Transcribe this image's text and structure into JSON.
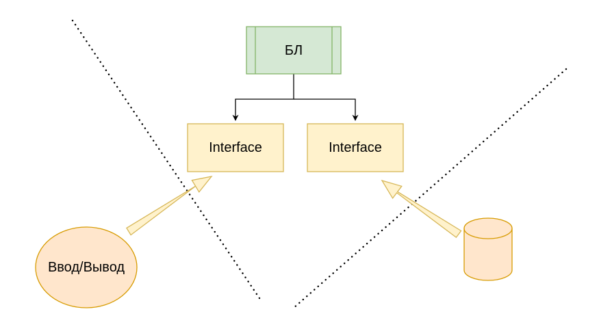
{
  "nodes": {
    "core": {
      "label": "БЛ"
    },
    "interface_left": {
      "label": "Interface"
    },
    "interface_right": {
      "label": "Interface"
    },
    "io": {
      "label": "Ввод/Вывод"
    },
    "storage": {
      "label": ""
    }
  },
  "colors": {
    "core_fill": "#d5e8d4",
    "core_stroke": "#82b366",
    "interface_fill": "#fff2cc",
    "interface_stroke": "#d6b656",
    "io_fill": "#ffe6cc",
    "io_stroke": "#d79b00",
    "storage_fill": "#ffe6cc",
    "storage_stroke": "#d79b00",
    "connector": "#000000",
    "boundary": "#000000"
  }
}
